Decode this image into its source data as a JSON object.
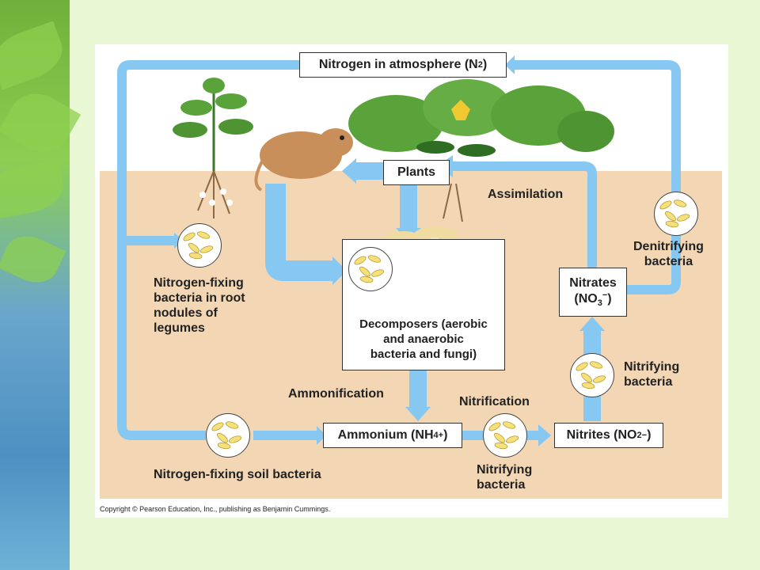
{
  "title": {
    "prefix": "Nitrogen in atmosphere (N",
    "sub": "2",
    "suffix": ")"
  },
  "nodes": {
    "plants": "Plants",
    "decomposers": "Decomposers (aerobic\nand anaerobic\nbacteria and fungi)",
    "ammonium": {
      "prefix": "Ammonium (NH",
      "sub": "4",
      "sup": "+",
      "suffix": ")"
    },
    "nitrites": {
      "prefix": "Nitrites (NO",
      "sub": "2",
      "sup": "−",
      "suffix": ")"
    },
    "nitrates": {
      "line1": "Nitrates",
      "prefix": "(NO",
      "sub": "3",
      "sup": "−",
      "suffix": ")"
    }
  },
  "labels": {
    "assimilation": "Assimilation",
    "denitrifying": "Denitrifying\nbacteria",
    "nitrogen_fixing_root": "Nitrogen-fixing\nbacteria in root\nnodules of\nlegumes",
    "nitrifying_upper": "Nitrifying\nbacteria",
    "ammonification": "Ammonification",
    "nitrification": "Nitrification",
    "nitrogen_fixing_soil": "Nitrogen-fixing soil bacteria",
    "nitrifying_lower": "Nitrifying\nbacteria"
  },
  "copyright": "Copyright © Pearson Education, Inc., publishing as Benjamin Cummings.",
  "colors": {
    "soil": "#f3d7b5",
    "sky": "#ffffff",
    "arrow": "#87c8f2",
    "bacteria": "#f6e07c",
    "leaf": "#5aa33b"
  }
}
